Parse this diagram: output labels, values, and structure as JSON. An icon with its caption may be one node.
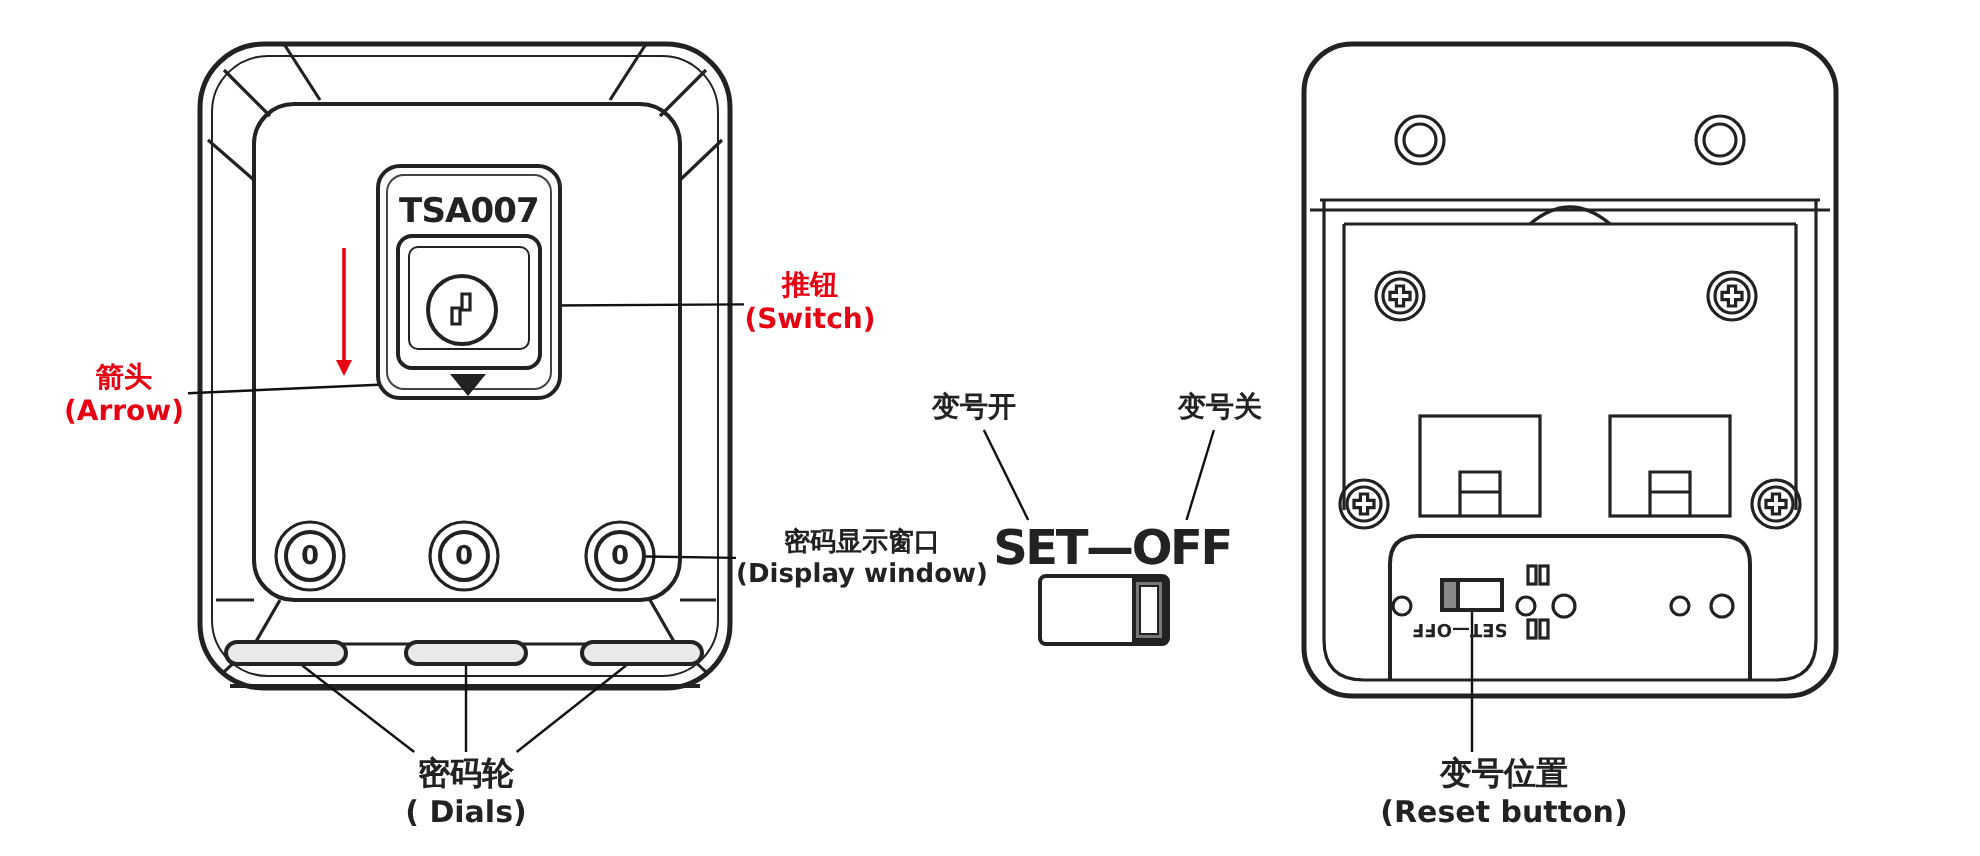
{
  "diagram": {
    "nodes": [
      {
        "text": [
          "TSA007"
        ]
      },
      {
        "text": [],
        "shape": "circle",
        "in": 0
      },
      {
        "text": [],
        "shape": "triangle",
        "in": 0
      },
      {
        "text": [
          "推钮",
          "(Switch)"
        ]
      },
      {
        "text": [
          "箭头",
          "(Arrow)"
        ]
      },
      {
        "text": [
          "0"
        ]
      },
      {
        "text": [
          "0"
        ]
      },
      {
        "text": [
          "0"
        ]
      },
      {
        "text": [
          "密码显示窗口",
          "(Display window)"
        ]
      },
      {
        "text": [],
        "shape": "circle"
      },
      {
        "text": [],
        "shape": "circle"
      },
      {
        "text": [],
        "shape": "circle"
      },
      {
        "text": [
          "密码轮",
          "( Dials)"
        ]
      },
      {
        "text": [
          "变号开"
        ]
      },
      {
        "text": [
          "变号关"
        ]
      },
      {
        "text": [
          "SET—OFF"
        ]
      },
      {
        "text": [
          "变号位置",
          "(Reset button)"
        ]
      },
      {
        "text": [],
        "shape": "box"
      }
    ],
    "edges": [
      {
        "from": 3,
        "to": 1,
        "arrow": "none"
      },
      {
        "from": 4,
        "to": 2,
        "arrow": "none"
      },
      {
        "from": 8,
        "to": 7,
        "arrow": "none"
      },
      {
        "from": 12,
        "to": 9,
        "arrow": "none"
      },
      {
        "from": 12,
        "to": 10,
        "arrow": "none"
      },
      {
        "from": 12,
        "to": 11,
        "arrow": "none"
      },
      {
        "from": 13,
        "to": 15,
        "arrow": "none"
      },
      {
        "from": 14,
        "to": 15,
        "arrow": "none"
      },
      {
        "from": 16,
        "to": 17,
        "arrow": "none"
      }
    ],
    "labels": [
      "SET—OFF"
    ]
  }
}
